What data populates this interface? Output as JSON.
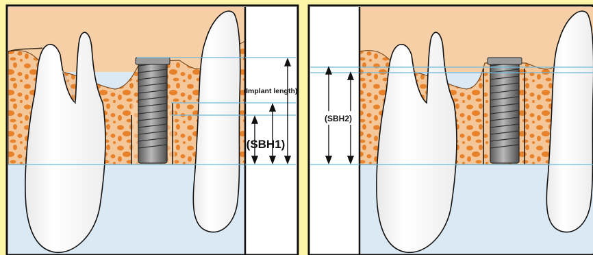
{
  "panels": {
    "left": {
      "label_implant_length": "(Implant length)",
      "label_sbh": "(SBH1)"
    },
    "right": {
      "label_sbh": "(SBH2)"
    }
  },
  "colors": {
    "background": "#fdf6a8",
    "gingiva": "#f6cfa6",
    "bone": "#f4c79a",
    "trabecular_spots": "#e8822a",
    "sinus": "#dbe9f4",
    "tooth": "#ffffff",
    "implant": "#7f7f7f",
    "guide_lines": "#6fb7d8",
    "frame": "#111111"
  }
}
